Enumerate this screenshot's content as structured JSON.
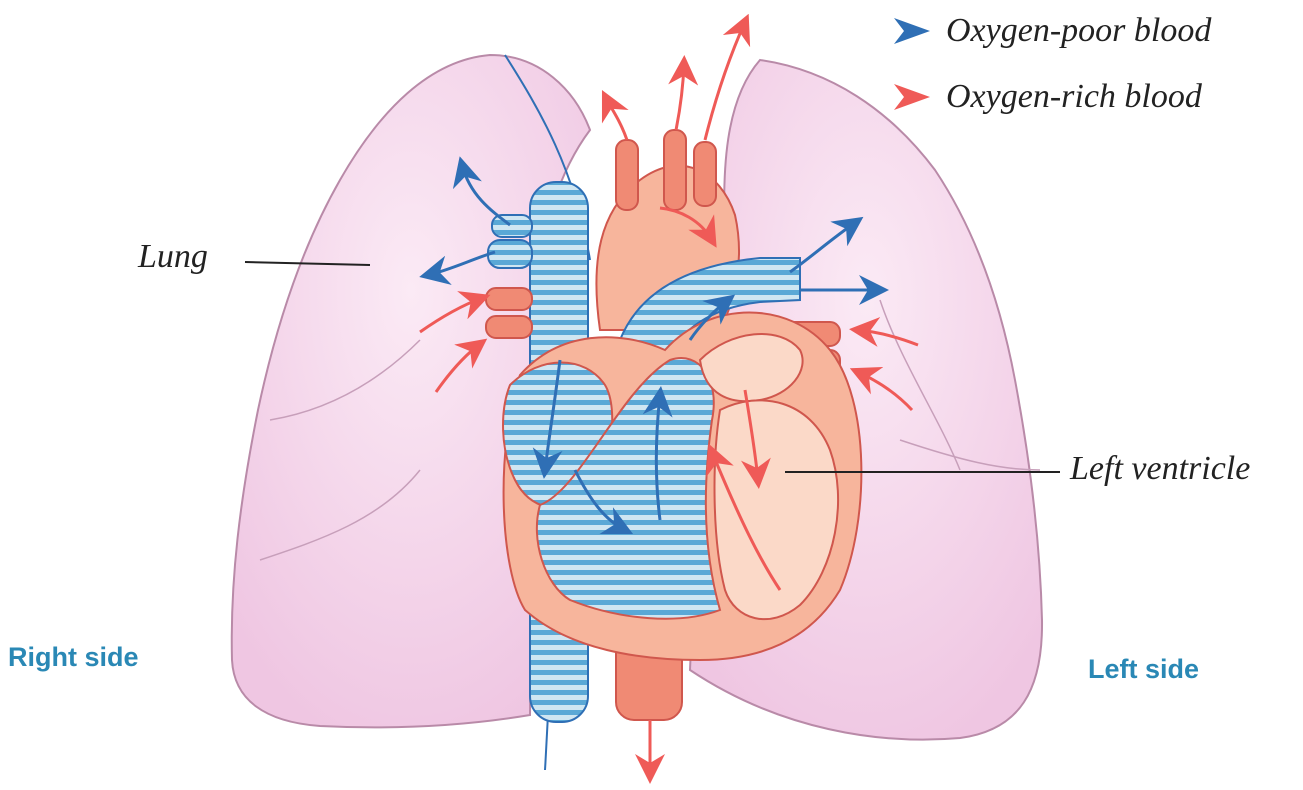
{
  "legend": {
    "oxygen_poor": "Oxygen-poor blood",
    "oxygen_rich": "Oxygen-rich blood"
  },
  "labels": {
    "lung": "Lung",
    "left_ventricle": "Left ventricle",
    "right_side": "Right side",
    "left_side": "Left side"
  },
  "colors": {
    "oxygen_poor": "#2f6fb5",
    "oxygen_rich": "#ef5a57",
    "lung_fill": "#f3d4ea",
    "lung_edge": "#b98aa8",
    "heart_fill": "#f7b59c",
    "heart_chamber": "#fbd9c8",
    "vessel_blue": "#5aa8d6",
    "vessel_red": "#f08a74",
    "side_label": "#2a88b5"
  }
}
